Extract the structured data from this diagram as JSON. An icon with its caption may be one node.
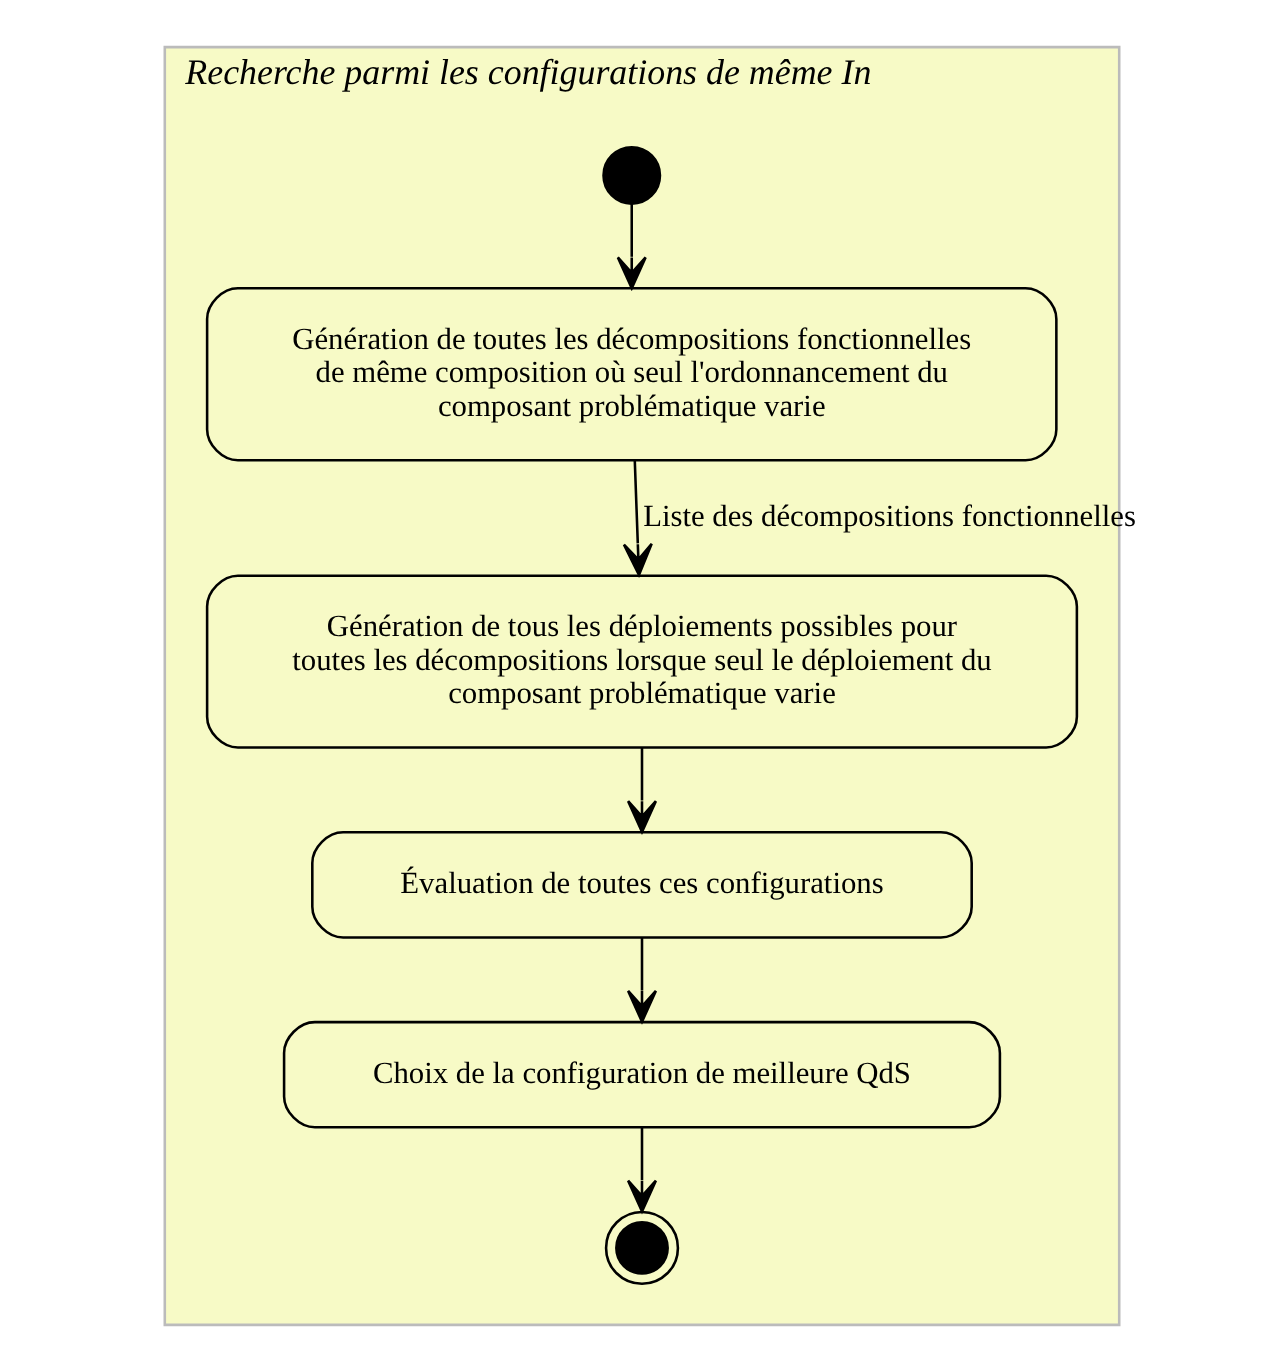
{
  "diagram": {
    "nodes": [
      {
        "text": [
          "Recherche parmi les configurations de même In"
        ]
      },
      {
        "text": [],
        "shape": "circle",
        "in": 0
      },
      {
        "text": [
          "Génération de toutes les décompositions fonctionnelles de même composition où seul l'ordonnancement du composant problématique varie"
        ],
        "in": 0
      },
      {
        "text": [
          "Génération de tous les déploiements possibles pour toutes les décompositions lorsque seul le déploiement du composant problématique varie"
        ],
        "in": 0
      },
      {
        "text": [
          "Évaluation de toutes ces configurations"
        ],
        "in": 0
      },
      {
        "text": [
          "Choix de la configuration de meilleure QdS"
        ],
        "in": 0
      },
      {
        "text": [],
        "shape": "bullseye",
        "in": 0
      }
    ],
    "edges": [
      {
        "from": 1,
        "to": 2,
        "arrow": "to"
      },
      {
        "from": 2,
        "to": 3,
        "arrow": "to",
        "label": "Liste des décompositions fonctionnelles"
      },
      {
        "from": 3,
        "to": 4,
        "arrow": "to"
      },
      {
        "from": 4,
        "to": 5,
        "arrow": "to"
      },
      {
        "from": 5,
        "to": 6,
        "arrow": "to"
      }
    ]
  }
}
